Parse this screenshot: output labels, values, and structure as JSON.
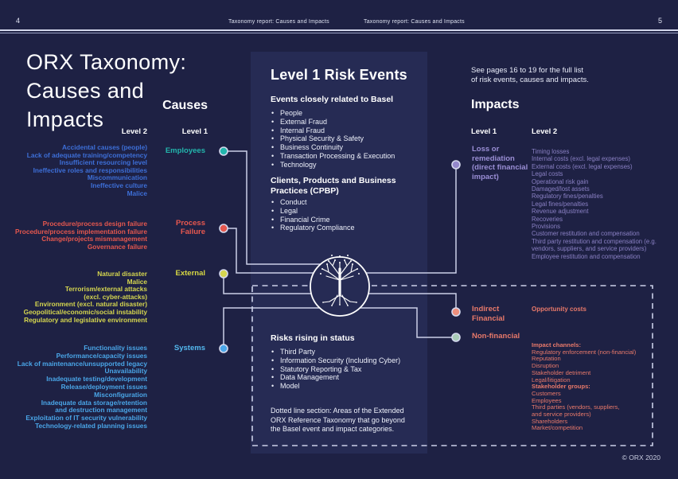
{
  "header": {
    "page_number_left": "4",
    "page_number_right": "5",
    "running_title_1": "Taxonomy report: Causes and Impacts",
    "running_title_2": "Taxonomy report: Causes and Impacts"
  },
  "title": "ORX Taxonomy:\nCauses and\nImpacts",
  "side_note": "See pages 16 to 19 for the full list\nof risk events, causes and impacts.",
  "causes": {
    "heading": "Causes",
    "level2_label": "Level 2",
    "level1_label": "Level 1",
    "employees": {
      "label": "Employees",
      "items": [
        "Accidental causes (people)",
        "Lack of adequate training/competency",
        "Insufficient resourcing level",
        "Ineffective roles and responsibilities",
        "Miscommunication",
        "Ineffective culture",
        "Malice"
      ]
    },
    "process_failure": {
      "label": "Process\nFailure",
      "items": [
        "Procedure/process design failure",
        "Procedure/process implementation failure",
        "Change/projects mismanagement",
        "Governance failure"
      ]
    },
    "external": {
      "label": "External",
      "items": [
        "Natural disaster",
        "Malice",
        "Terrorism/external attacks",
        "(excl. cyber-attacks)",
        "Environment (excl. natural disaster)",
        "Geopolitical/economic/social instability",
        "Regulatory and legislative environment"
      ]
    },
    "systems": {
      "label": "Systems",
      "items": [
        "Functionality issues",
        "Performance/capacity issues",
        "Lack of maintenance/unsupported legacy",
        "Unavailability",
        "Inadequate testing/development",
        "Release/deployment issues",
        "Misconfiguration",
        "Inadequate data storage/retention",
        "and destruction management",
        "Exploitation of IT security vulnerability",
        "Technology-related planning issues"
      ]
    }
  },
  "center": {
    "title": "Level 1 Risk Events",
    "basel_heading": "Events closely related to Basel",
    "basel_items": [
      "People",
      "External Fraud",
      "Internal Fraud",
      "Physical Security & Safety",
      "Business Continuity",
      "Transaction Processing & Execution",
      "Technology"
    ],
    "cpbp_heading": "Clients, Products and Business\nPractices (CPBP)",
    "cpbp_items": [
      "Conduct",
      "Legal",
      "Financial Crime",
      "Regulatory Compliance"
    ],
    "rising_heading": "Risks rising in status",
    "rising_items": [
      "Third Party",
      "Information Security (Including Cyber)",
      "Statutory Reporting & Tax",
      "Data Management",
      "Model"
    ],
    "dotted_note": "Dotted line section: Areas of the Extended\nORX Reference Taxonomy that go beyond\nthe Basel event and impact categories."
  },
  "impacts": {
    "heading": "Impacts",
    "level1_label": "Level 1",
    "level2_label": "Level 2",
    "loss": {
      "label": "Loss or\nremediation\n(direct financial\nimpact)",
      "items": [
        "Timing losses",
        "Internal costs (excl. legal expenses)",
        "External costs (excl. legal expenses)",
        "Legal costs",
        "Operational risk gain",
        "Damaged/lost assets",
        "Regulatory fines/penalties",
        "Legal fines/penalties",
        "Revenue adjustment",
        "Recoveries",
        "Provisions",
        "Customer restitution and compensation",
        "Third party restitution and compensation (e.g.",
        "vendors, suppliers, and service providers)",
        "Employee restitution and compensation"
      ]
    },
    "indirect": {
      "label": "Indirect\nFinancial",
      "level2": "Opportunity costs"
    },
    "nonfinancial": {
      "label": "Non-financial",
      "items": [
        {
          "t": "Impact channels:",
          "b": true
        },
        "Regulatory enforcement (non-financial)",
        "Reputation",
        "Disruption",
        "Stakeholder detriment",
        "Legal/litigation",
        {
          "t": "Stakeholder groups:",
          "b": true
        },
        "Customers",
        "Employees",
        "Third parties (vendors, suppliers,",
        "and service providers)",
        "Shareholders",
        "Market/competition"
      ]
    }
  },
  "footer": {
    "copyright": "© ORX 2020"
  },
  "icons": {
    "center_logo": "tree-with-roots"
  },
  "colors": {
    "page_bg": "#1e2144",
    "panel_bg": "#262b54",
    "connector_line": "#cbd0e8",
    "employees_teal": "#23b6ad",
    "employees_level2_blue": "#3d6fd8",
    "process_red": "#e4574e",
    "external_yellow": "#d5d64f",
    "systems_sky": "#4aa6e8",
    "loss_lavender": "#9488cc",
    "loss_level2_lavender": "#8a80c4",
    "indirect_coral": "#ee8f7d",
    "nonfinancial_mint": "#a9cbb7",
    "coral_text": "#e8796a"
  }
}
